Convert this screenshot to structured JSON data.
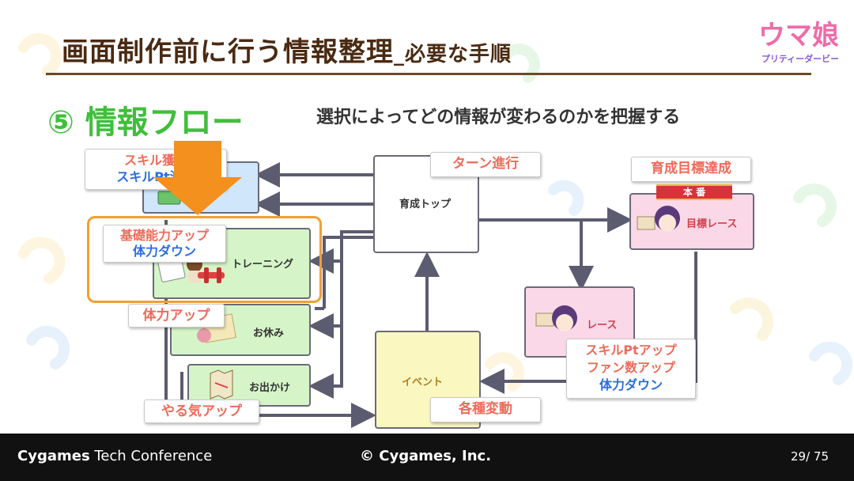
{
  "header": {
    "title_main": "画面制作前に行う情報整理",
    "title_sub": "_必要な手順",
    "logo_main": "ウマ娘",
    "logo_sub": "プリティーダービー"
  },
  "section": {
    "heading": "⑤ 情報フロー",
    "description": "選択によってどの情報が変わるのかを把握する"
  },
  "nodes": {
    "top": "育成トップ",
    "training": "トレーニング",
    "rest": "お休み",
    "outing": "お出かけ",
    "event": "イベント",
    "race": "レース",
    "goal_race": "目標レース",
    "goal_banner": "本 番"
  },
  "labels": {
    "skill_line1": "スキル獲得",
    "skill_line2": "スキルPt減少",
    "training_line1": "基礎能力アップ",
    "training_line2": "体力ダウン",
    "stamina_up": "体力アップ",
    "motivation_up": "やる気アップ",
    "turn": "ターン進行",
    "goal": "育成目標達成",
    "race_line1": "スキルPtアップ",
    "race_line2": "ファン数アップ",
    "race_line3": "体力ダウン",
    "various": "各種変動"
  },
  "colors": {
    "title": "#4a2a12",
    "accent_green": "#3fbf3a",
    "label_red": "#f06a5a",
    "label_blue": "#2a6ee0",
    "highlight_orange": "#f0a030",
    "arrow_orange": "#f4901e",
    "line": "#5c5c70"
  },
  "footer": {
    "brand_bold": "Cygames",
    "brand_rest": " Tech Conference",
    "copyright": "© Cygames, Inc.",
    "page": "29/ 75"
  }
}
